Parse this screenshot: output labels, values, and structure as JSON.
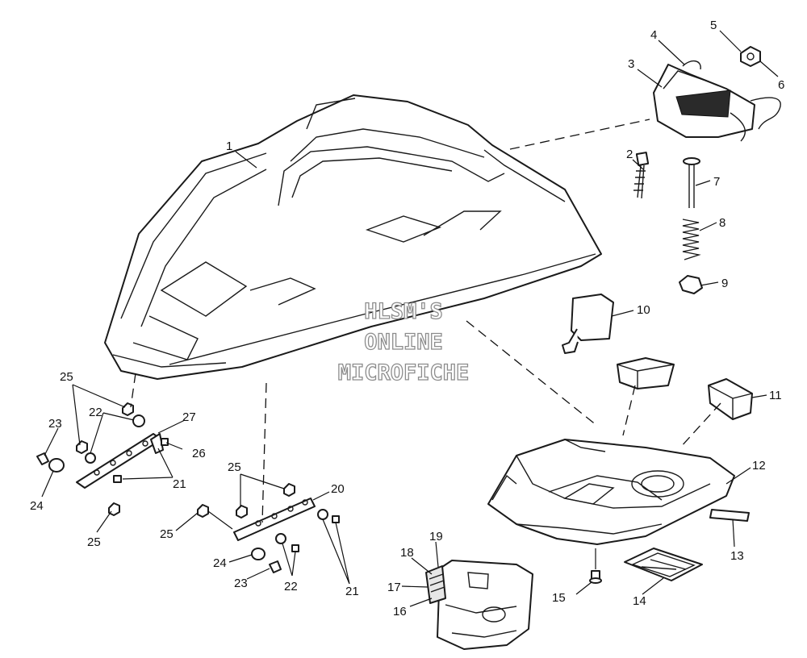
{
  "watermark": {
    "lines": [
      "HLSM'S",
      "ONLINE",
      "MICROFICHE"
    ]
  },
  "callouts": {
    "c1": "1",
    "c2": "2",
    "c3": "3",
    "c4": "4",
    "c5": "5",
    "c6": "6",
    "c7": "7",
    "c8": "8",
    "c9": "9",
    "c10": "10",
    "c11": "11",
    "c12": "12",
    "c13": "13",
    "c14": "14",
    "c15": "15",
    "c16": "16",
    "c17": "17",
    "c18": "18",
    "c19": "19",
    "c20": "20",
    "c21a": "21",
    "c21b": "21",
    "c22a": "22",
    "c22b": "22",
    "c23a": "23",
    "c23b": "23",
    "c24a": "24",
    "c24b": "24",
    "c25a": "25",
    "c25b": "25",
    "c25c": "25",
    "c25d": "25",
    "c26": "26",
    "c27": "27"
  },
  "colors": {
    "line": "#1a1a1a",
    "watermark_outline": "#8c8c8c",
    "background": "#ffffff"
  }
}
